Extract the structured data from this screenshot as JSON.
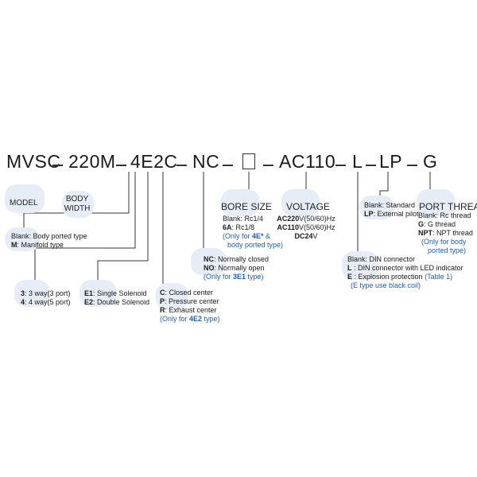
{
  "code": {
    "seg1": "MVSC",
    "seg2": "220M",
    "seg3": "4E2C",
    "seg4": "NC",
    "seg6": "AC110",
    "seg7": "L",
    "seg8": "LP",
    "seg9": "G"
  },
  "labels": {
    "model": "MODEL",
    "body": "BODY",
    "width": "WIDTH",
    "bore": "BORE SIZE",
    "voltage": "VOLTAGE",
    "port": "PORT THREAD"
  },
  "body_type": {
    "blank": "Blank: Body ported type",
    "m_key": "M",
    "m_val": ": Manifold type"
  },
  "ways": {
    "k3": "3",
    "v3": ": 3 way(3 port)",
    "k4": "4",
    "v4": ": 4 way(5 port)"
  },
  "solenoid": {
    "k1": "E1",
    "v1": ": Single Solenoid",
    "k2": "E2",
    "v2": ": Double Solenoid"
  },
  "center": {
    "kc": "C",
    "vc": ": Closed center",
    "kp": "P",
    "vp": ": Pressure center",
    "kr": "R",
    "vr": ": Exhaust center",
    "note_pre": "(Only for ",
    "note_key": "4E2",
    "note_post": " type)"
  },
  "normal": {
    "knc": "NC",
    "vnc": ": Normally closed",
    "kno": "NO",
    "vno": ": Normally open",
    "note_pre": "(Only for ",
    "note_key": "3E1",
    "note_post": " type)"
  },
  "bore": {
    "blank": "Blank: Rc1/4",
    "k6a": "6A",
    "v6a": ": Rc1/8",
    "note1_pre": "(Only for ",
    "note1_key": "4E*",
    "note1_post": " &",
    "note2": "body ported type)"
  },
  "voltage": {
    "k1": "AC220",
    "v1": "V(50/60)Hz",
    "k2": "AC110",
    "v2": "V(50/60)Hz",
    "k3": "DC24",
    "v3": "V"
  },
  "connector": {
    "blank": "Blank: DIN connector",
    "kl": "L",
    "vl": "  : DIN connector with LED indicator",
    "ke": "E",
    "ve": "  : Explosion protection ",
    "table": "(Table 1)",
    "note": "(E type use black coil)"
  },
  "pilot": {
    "blank": "Blank: Standard",
    "klp": "LP",
    "vlp": ": External pilot"
  },
  "thread": {
    "blank": "Blank: Rc thread",
    "kg": "G",
    "vg": ": G thread",
    "knpt": "NPT",
    "vnpt": ": NPT thread",
    "note1": "(Only for body",
    "note2": "ported type)"
  },
  "colors": {
    "accent": "#1f5fa8",
    "blob": "#e7edf6",
    "ink": "#1a1a1a"
  }
}
